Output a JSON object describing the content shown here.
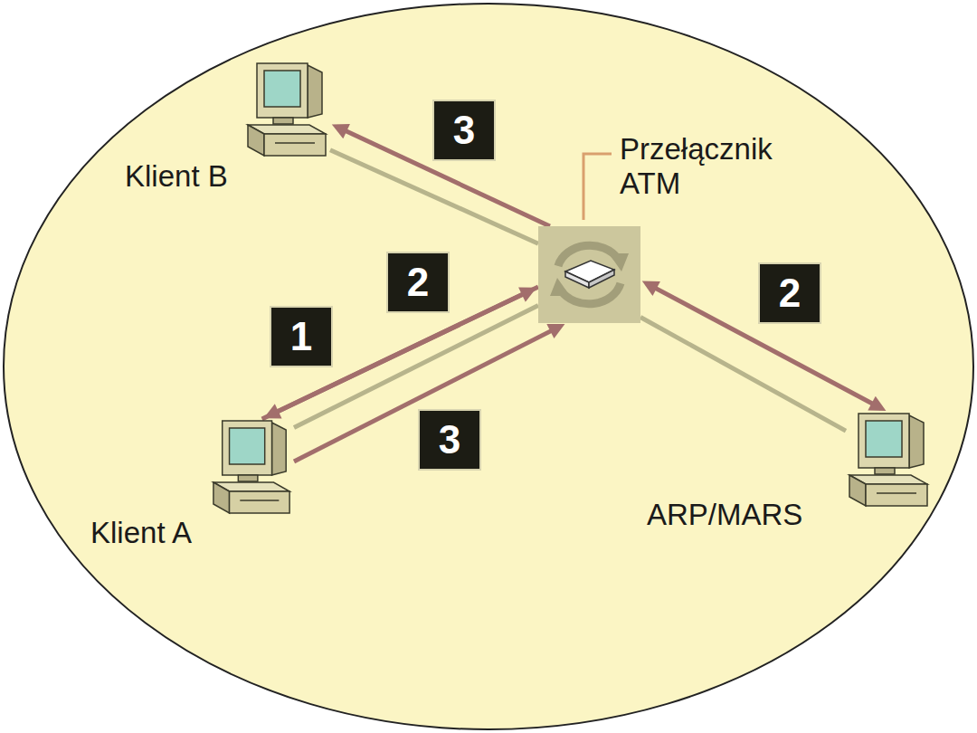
{
  "diagram": {
    "nodes": [
      {
        "text": [
          "Klient B"
        ]
      },
      {
        "text": [
          "Przełącznik ATM"
        ]
      },
      {
        "text": [
          "Klient A"
        ]
      },
      {
        "text": [
          "ARP/MARS"
        ]
      }
    ],
    "edges": [
      {
        "from": 1,
        "to": 0,
        "arrow": "none"
      },
      {
        "from": 1,
        "to": 2,
        "arrow": "none"
      },
      {
        "from": 1,
        "to": 3,
        "arrow": "none"
      },
      {
        "from": 1,
        "to": 0,
        "arrow": "to",
        "label": "3"
      },
      {
        "from": 2,
        "to": 1,
        "arrow": "to",
        "label": "2"
      },
      {
        "from": 1,
        "to": 2,
        "arrow": "to",
        "label": "1"
      },
      {
        "from": 2,
        "to": 1,
        "arrow": "to",
        "label": "3"
      },
      {
        "from": 1,
        "to": 3,
        "arrow": "both",
        "label": "2"
      }
    ]
  }
}
